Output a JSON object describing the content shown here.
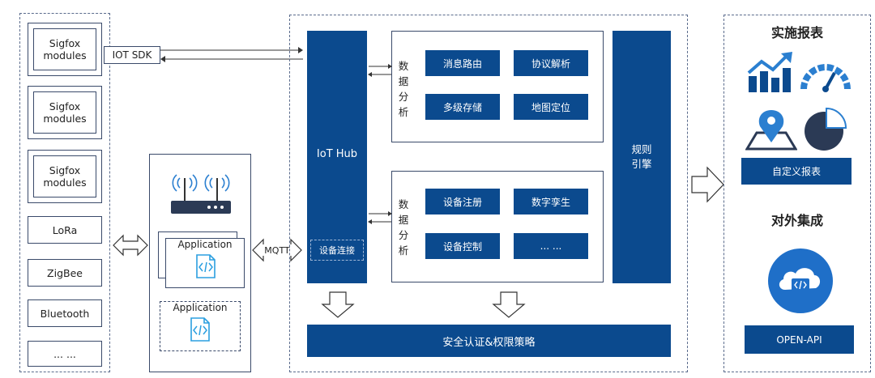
{
  "devices": {
    "items": [
      {
        "label": "Sigfox modules"
      },
      {
        "label": "Sigfox modules"
      },
      {
        "label": "Sigfox modules"
      },
      {
        "label": "LoRa"
      },
      {
        "label": "ZigBee"
      },
      {
        "label": "Bluetooth"
      },
      {
        "label": "... ..."
      }
    ]
  },
  "sdk": {
    "label": "IOT SDK"
  },
  "mqtt": {
    "label": "MQTT"
  },
  "gateway": {
    "app1": "Application",
    "app2": "Application"
  },
  "platform": {
    "hub_label": "IoT Hub",
    "device_connect": "设备连接",
    "upper": {
      "side_label": "数据分析",
      "items": [
        "消息路由",
        "协议解析",
        "多级存储",
        "地图定位"
      ]
    },
    "lower": {
      "side_label": "数据分析",
      "items": [
        "设备注册",
        "数字孪生",
        "设备控制",
        "... ..."
      ]
    },
    "rule_engine": "规则引擎",
    "security": "安全认证&权限策略"
  },
  "right": {
    "report_title": "实施报表",
    "custom_report": "自定义报表",
    "integration_title": "对外集成",
    "open_api": "OPEN-API"
  },
  "colors": {
    "primary": "#0b4a8e",
    "accent": "#2b7fd0",
    "border": "#5a6b8c"
  }
}
